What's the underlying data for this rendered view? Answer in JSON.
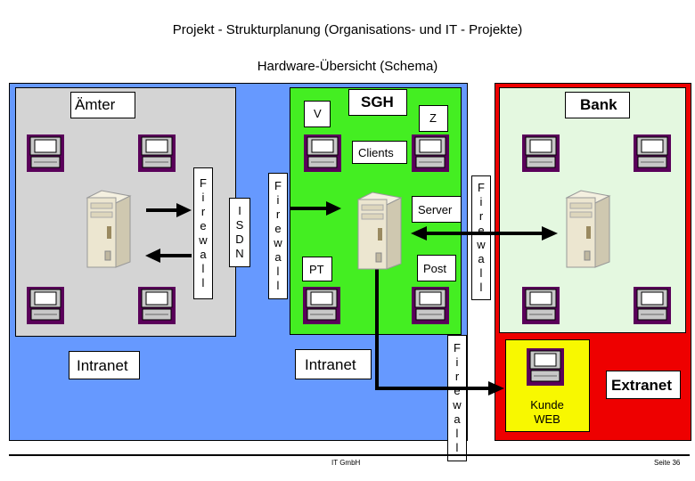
{
  "title": "Projekt - Strukturplanung (Organisations- und IT - Projekte)",
  "subtitle": "Hardware-Übersicht (Schema)",
  "zones": {
    "aemter": {
      "label": "Ämter",
      "intranet": "Intranet",
      "color": "#d4d4d4"
    },
    "sgh": {
      "label": "SGH",
      "v": "V",
      "z": "Z",
      "clients": "Clients",
      "server": "Server",
      "pt": "PT",
      "post": "Post",
      "intranet": "Intranet",
      "color": "#44ee22"
    },
    "bank": {
      "label": "Bank",
      "extranet": "Extranet",
      "color": "#ee0000",
      "inner_color": "#e4f8e0"
    },
    "kunde": {
      "label": "Kunde WEB",
      "color": "#f8f800"
    }
  },
  "outer_color": "#6699ff",
  "firewall_1": [
    "F",
    "i",
    "r",
    "e",
    "w",
    "a",
    "l",
    "l"
  ],
  "isdn": [
    "I",
    "S",
    "D",
    "N"
  ],
  "firewall_2": [
    "F",
    "i",
    "r",
    "e",
    "w",
    "a",
    "l",
    "l"
  ],
  "firewall_3": [
    "F",
    "i",
    "r",
    "e",
    "w",
    "a",
    "l",
    "l"
  ],
  "firewall_4": [
    "F",
    "i",
    "r",
    "e",
    "w",
    "a",
    "l",
    "l"
  ],
  "footer": {
    "company": "IT GmbH",
    "page": "Seite 36"
  },
  "icons": {
    "client": "computer-terminal-icon",
    "server": "server-tower-icon"
  }
}
